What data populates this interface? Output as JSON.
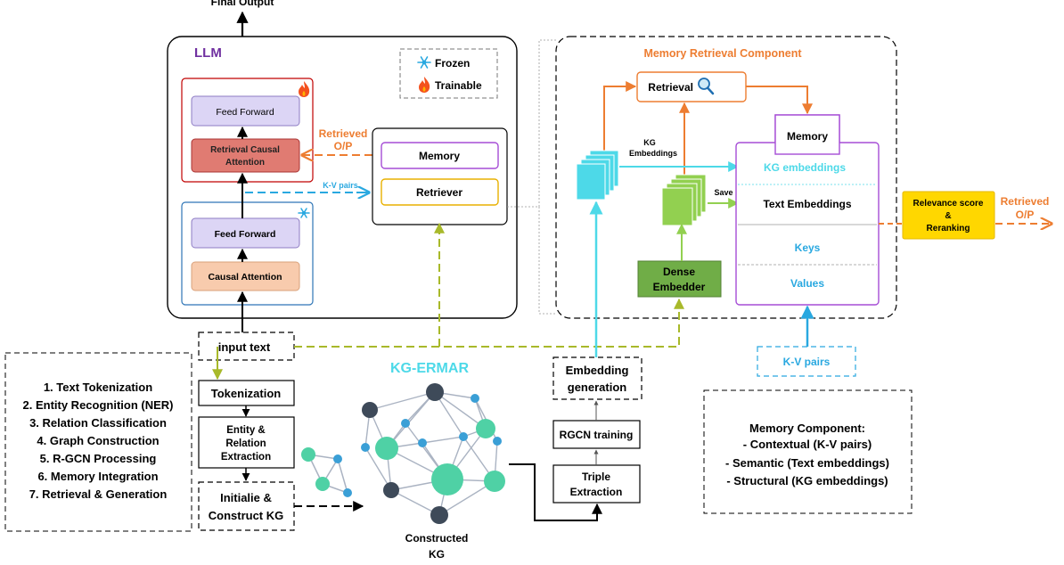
{
  "final_output": "Final Output",
  "llm": {
    "title": "LLM",
    "legend": {
      "frozen": "Frozen",
      "trainable": "Trainable"
    },
    "trainable_block": {
      "feed_forward": "Feed Forward",
      "retrieval_causal_attention_line1": "Retrieval Causal",
      "retrieval_causal_attention_line2": "Attention"
    },
    "frozen_block": {
      "feed_forward": "Feed Forward",
      "causal_attention": "Causal Attention"
    },
    "retrieved_op_line1": "Retrieved",
    "retrieved_op_line2": "O/P",
    "kv_pairs": "K-V pairs",
    "memory": "Memory",
    "retriever": "Retriever"
  },
  "mrc": {
    "title": "Memory Retrieval Component",
    "retrieval": "Retrieval",
    "kg_embeddings_line1": "KG",
    "kg_embeddings_line2": "Embeddings",
    "save": "Save",
    "dense_embedder_line1": "Dense",
    "dense_embedder_line2": "Embedder",
    "memory_title": "Memory",
    "memory_rows": {
      "kg_embeddings": "KG embeddings",
      "text_embeddings": "Text Embeddings",
      "keys": "Keys",
      "values": "Values"
    }
  },
  "relevance": {
    "line1": "Relevance score",
    "line2": "&",
    "line3": "Reranking"
  },
  "retrieved_op_right_line1": "Retrieved",
  "retrieved_op_right_line2": "O/P",
  "kv_pairs_box": "K-V pairs",
  "pipeline": {
    "input_text": "input text",
    "tokenization": "Tokenization",
    "entity_extraction_line1": "Entity &",
    "entity_extraction_line2": "Relation",
    "entity_extraction_line3": "Extraction",
    "initialize_line1": "Initialie &",
    "initialize_line2": "Construct KG"
  },
  "kg_ermar": "KG-ERMAR",
  "constructed_kg_line1": "Constructed",
  "constructed_kg_line2": "KG",
  "training": {
    "embedding_generation_line1": "Embedding",
    "embedding_generation_line2": "generation",
    "rgcn_training": "RGCN training",
    "triple_extraction_line1": "Triple",
    "triple_extraction_line2": "Extraction"
  },
  "steps": [
    "1. Text Tokenization",
    "2. Entity Recognition (NER)",
    "3. Relation Classification",
    "4. Graph Construction",
    "5. R-GCN Processing",
    "6. Memory Integration",
    "7. Retrieval & Generation"
  ],
  "memory_component": {
    "title": "Memory Component:",
    "items": [
      "- Contextual (K-V pairs)",
      "- Semantic (Text embeddings)",
      "- Structural (KG embeddings)"
    ]
  },
  "colors": {
    "orange": "#ed7d31",
    "cyan": "#4dd9e8",
    "lime": "#a8b92a",
    "green_box": "#92d050",
    "yellow": "#ffd700",
    "purple": "#a64dd6",
    "teal_node": "#4fd1a5",
    "dark_node": "#3e4a59",
    "blue_node": "#3a9fd6"
  }
}
